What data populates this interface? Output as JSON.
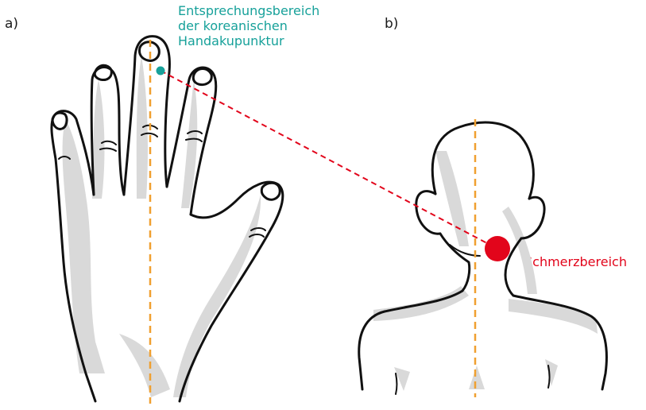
{
  "panels": {
    "a_label": "a)",
    "b_label": "b)"
  },
  "annotations": {
    "acupoint_lines": [
      "Entsprechungsbereich",
      "der koreanischen",
      "Handakupunktur"
    ],
    "pain_area": "Schmerzbereich"
  },
  "colors": {
    "teal": "#17a19a",
    "red": "#e2051b",
    "axis_orange": "#f0a030",
    "outline": "#111111",
    "shadow": "#d9d9d9"
  },
  "icons": [
    "hand-drawing",
    "head-shoulders-drawing",
    "acupoint-marker",
    "pain-marker"
  ]
}
